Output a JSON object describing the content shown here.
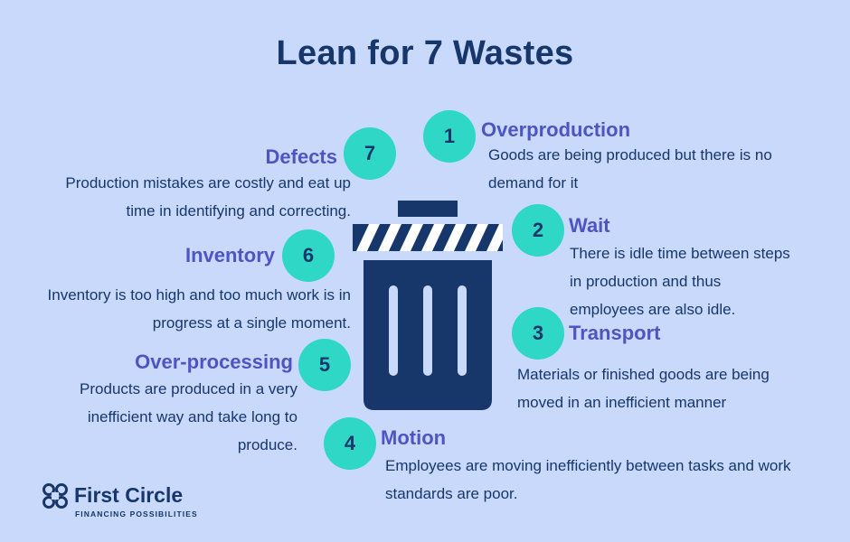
{
  "title": "Lean for 7 Wastes",
  "wastes": [
    {
      "number": "1",
      "name": "Overproduction",
      "description": "Goods are being produced but there is no demand for it"
    },
    {
      "number": "2",
      "name": "Wait",
      "description": "There is idle time between steps in production and thus employees are also idle."
    },
    {
      "number": "3",
      "name": "Transport",
      "description": "Materials or finished goods are being moved in an inefficient manner"
    },
    {
      "number": "4",
      "name": "Motion",
      "description": "Employees are moving inefficiently between tasks and work standards are poor."
    },
    {
      "number": "5",
      "name": "Over-processing",
      "description": "Products are produced in a very inefficient way and take long to produce."
    },
    {
      "number": "6",
      "name": "Inventory",
      "description": "Inventory is too high and too much work is in progress at a single moment."
    },
    {
      "number": "7",
      "name": "Defects",
      "description": "Production mistakes are costly and eat up time in identifying and correcting."
    }
  ],
  "center_icon": "trash-bin-icon",
  "logo": {
    "name": "First Circle",
    "tagline": "FINANCING POSSIBILITIES",
    "icon": "first-circle-logo-icon"
  },
  "colors": {
    "background": "#c9d9fb",
    "title": "#17376b",
    "heading": "#4d55c2",
    "circle": "#2fd8c6",
    "bin": "#17376b"
  }
}
